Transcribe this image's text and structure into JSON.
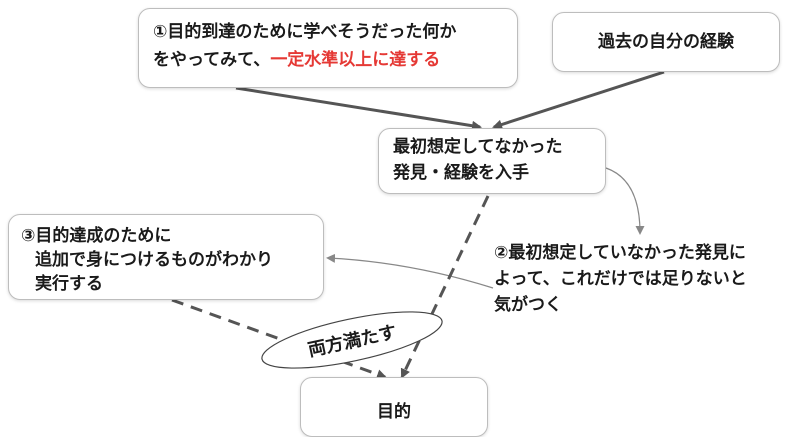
{
  "nodes": {
    "step1": {
      "line1": "①目的到達のために学べそうだった何か",
      "line2_prefix": "をやってみて、",
      "line2_highlight": "一定水準以上に達する"
    },
    "past": {
      "label": "過去の自分の経験"
    },
    "discovery": {
      "line1": "最初想定してなかった",
      "line2": "発見・経験を入手"
    },
    "step2": {
      "line1": "②最初想定していなかった発見に",
      "line2": "よって、これだけでは足りないと",
      "line3": "気がつく"
    },
    "step3": {
      "line1": "③目的達成のために",
      "line2": "追加で身につけるものがわかり",
      "line3": "実行する"
    },
    "both": {
      "label": "両方満たす"
    },
    "goal": {
      "label": "目的"
    }
  },
  "colors": {
    "highlight": "#e53935",
    "arrow": "#555555",
    "box_border": "#bdbdbd"
  }
}
